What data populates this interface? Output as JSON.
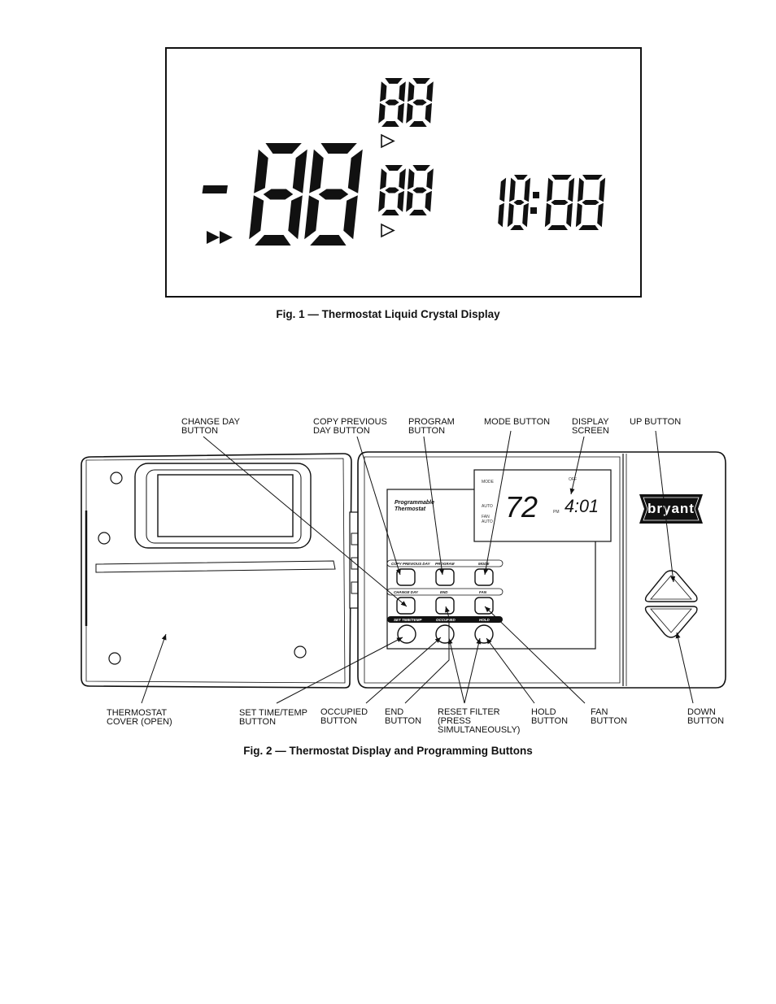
{
  "fig1": {
    "caption": "Fig. 1 — Thermostat Liquid Crystal Display",
    "lcd": {
      "top_digits": "88",
      "mid_digits": "88",
      "big_digits": "88",
      "minus_sign": "-",
      "clock_hours": "18",
      "clock_minutes": "88",
      "clock_colon": ":"
    }
  },
  "fig2": {
    "caption": "Fig. 2 — Thermostat Display and Programming Buttons",
    "device": {
      "brand": "bryant",
      "product_line1": "Programmable",
      "product_line2": "Thermostat",
      "screen": {
        "mode_label": "MODE",
        "auto_label": "AUTO",
        "fan_label": "FAN",
        "fan_auto_label": "AUTO",
        "off_label": "OFF",
        "temp": "72",
        "time": "4:01",
        "pm_label": "PM"
      },
      "panel_labels": {
        "copy_previous_day": "COPY PREVIOUS DAY",
        "program": "PROGRAM",
        "mode": "MODE",
        "change_day": "CHANGE DAY",
        "end": "END",
        "fan": "FAN",
        "set_time_temp": "SET TIME/TEMP",
        "occupied": "OCCUPIED",
        "hold": "HOLD"
      }
    },
    "callouts": {
      "change_day": "CHANGE DAY\nBUTTON",
      "copy_previous_day": "COPY PREVIOUS\nDAY BUTTON",
      "program": "PROGRAM\nBUTTON",
      "mode": "MODE BUTTON",
      "display_screen": "DISPLAY\nSCREEN",
      "up": "UP BUTTON",
      "cover": "THERMOSTAT\nCOVER (OPEN)",
      "set_time_temp": "SET TIME/TEMP\nBUTTON",
      "occupied": "OCCUPIED\nBUTTON",
      "end": "END\nBUTTON",
      "reset_filter": "RESET FILTER\n(PRESS\nSIMULTANEOUSLY)",
      "hold": "HOLD\nBUTTON",
      "fan": "FAN\nBUTTON",
      "down": "DOWN\nBUTTON"
    }
  }
}
